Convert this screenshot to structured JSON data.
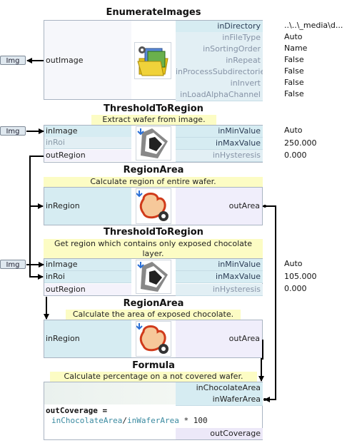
{
  "blocks": [
    {
      "title": "EnumerateImages",
      "outputs": [
        "outImage"
      ],
      "properties": [
        {
          "name": "inDirectory",
          "value": "..\\..\\_media\\d..."
        },
        {
          "name": "inFileType",
          "value": "Auto"
        },
        {
          "name": "inSortingOrder",
          "value": "Name"
        },
        {
          "name": "inRepeat",
          "value": "False"
        },
        {
          "name": "inProcessSubdirectories",
          "value": "False"
        },
        {
          "name": "inInvert",
          "value": "False"
        },
        {
          "name": "inLoadAlphaChannel",
          "value": "False"
        }
      ]
    },
    {
      "title": "ThresholdToRegion",
      "comment": "Extract wafer from image.",
      "inputs": [
        "inImage",
        "inRoi"
      ],
      "outputs": [
        "outRegion"
      ],
      "properties": [
        {
          "name": "inMinValue",
          "value": "Auto"
        },
        {
          "name": "inMaxValue",
          "value": "250.000"
        },
        {
          "name": "inHysteresis",
          "value": "0.000"
        }
      ]
    },
    {
      "title": "RegionArea",
      "comment": "Calculate region of entire wafer.",
      "inputs": [
        "inRegion"
      ],
      "outputs": [
        "outArea"
      ]
    },
    {
      "title": "ThresholdToRegion",
      "comment_line1": "Get region which contains only exposed chocolate",
      "comment_line2": "layer.",
      "inputs": [
        "inImage",
        "inRoi"
      ],
      "outputs": [
        "outRegion"
      ],
      "properties": [
        {
          "name": "inMinValue",
          "value": "Auto"
        },
        {
          "name": "inMaxValue",
          "value": "105.000"
        },
        {
          "name": "inHysteresis",
          "value": "0.000"
        }
      ]
    },
    {
      "title": "RegionArea",
      "comment": "Calculate the area of exposed chocolate.",
      "inputs": [
        "inRegion"
      ],
      "outputs": [
        "outArea"
      ]
    },
    {
      "title": "Formula",
      "comment": "Calculate percentage on a not covered wafer.",
      "inputs": [
        "inChocolateArea",
        "inWaferArea"
      ],
      "formula": {
        "lhs": "outCoverage =",
        "var1": "inChocolateArea",
        "op": "/",
        "var2": "inWaferArea",
        "rest": " * 100"
      },
      "outputs": [
        "outCoverage"
      ]
    }
  ],
  "badges": [
    "Img",
    "Img",
    "Img"
  ],
  "colors": {
    "input_row": "#d6ecf2",
    "output_row": "#ece8f8",
    "comment_bg": "#fcfcc4",
    "connector": "#000000",
    "formula_var": "#3a8aa0"
  }
}
